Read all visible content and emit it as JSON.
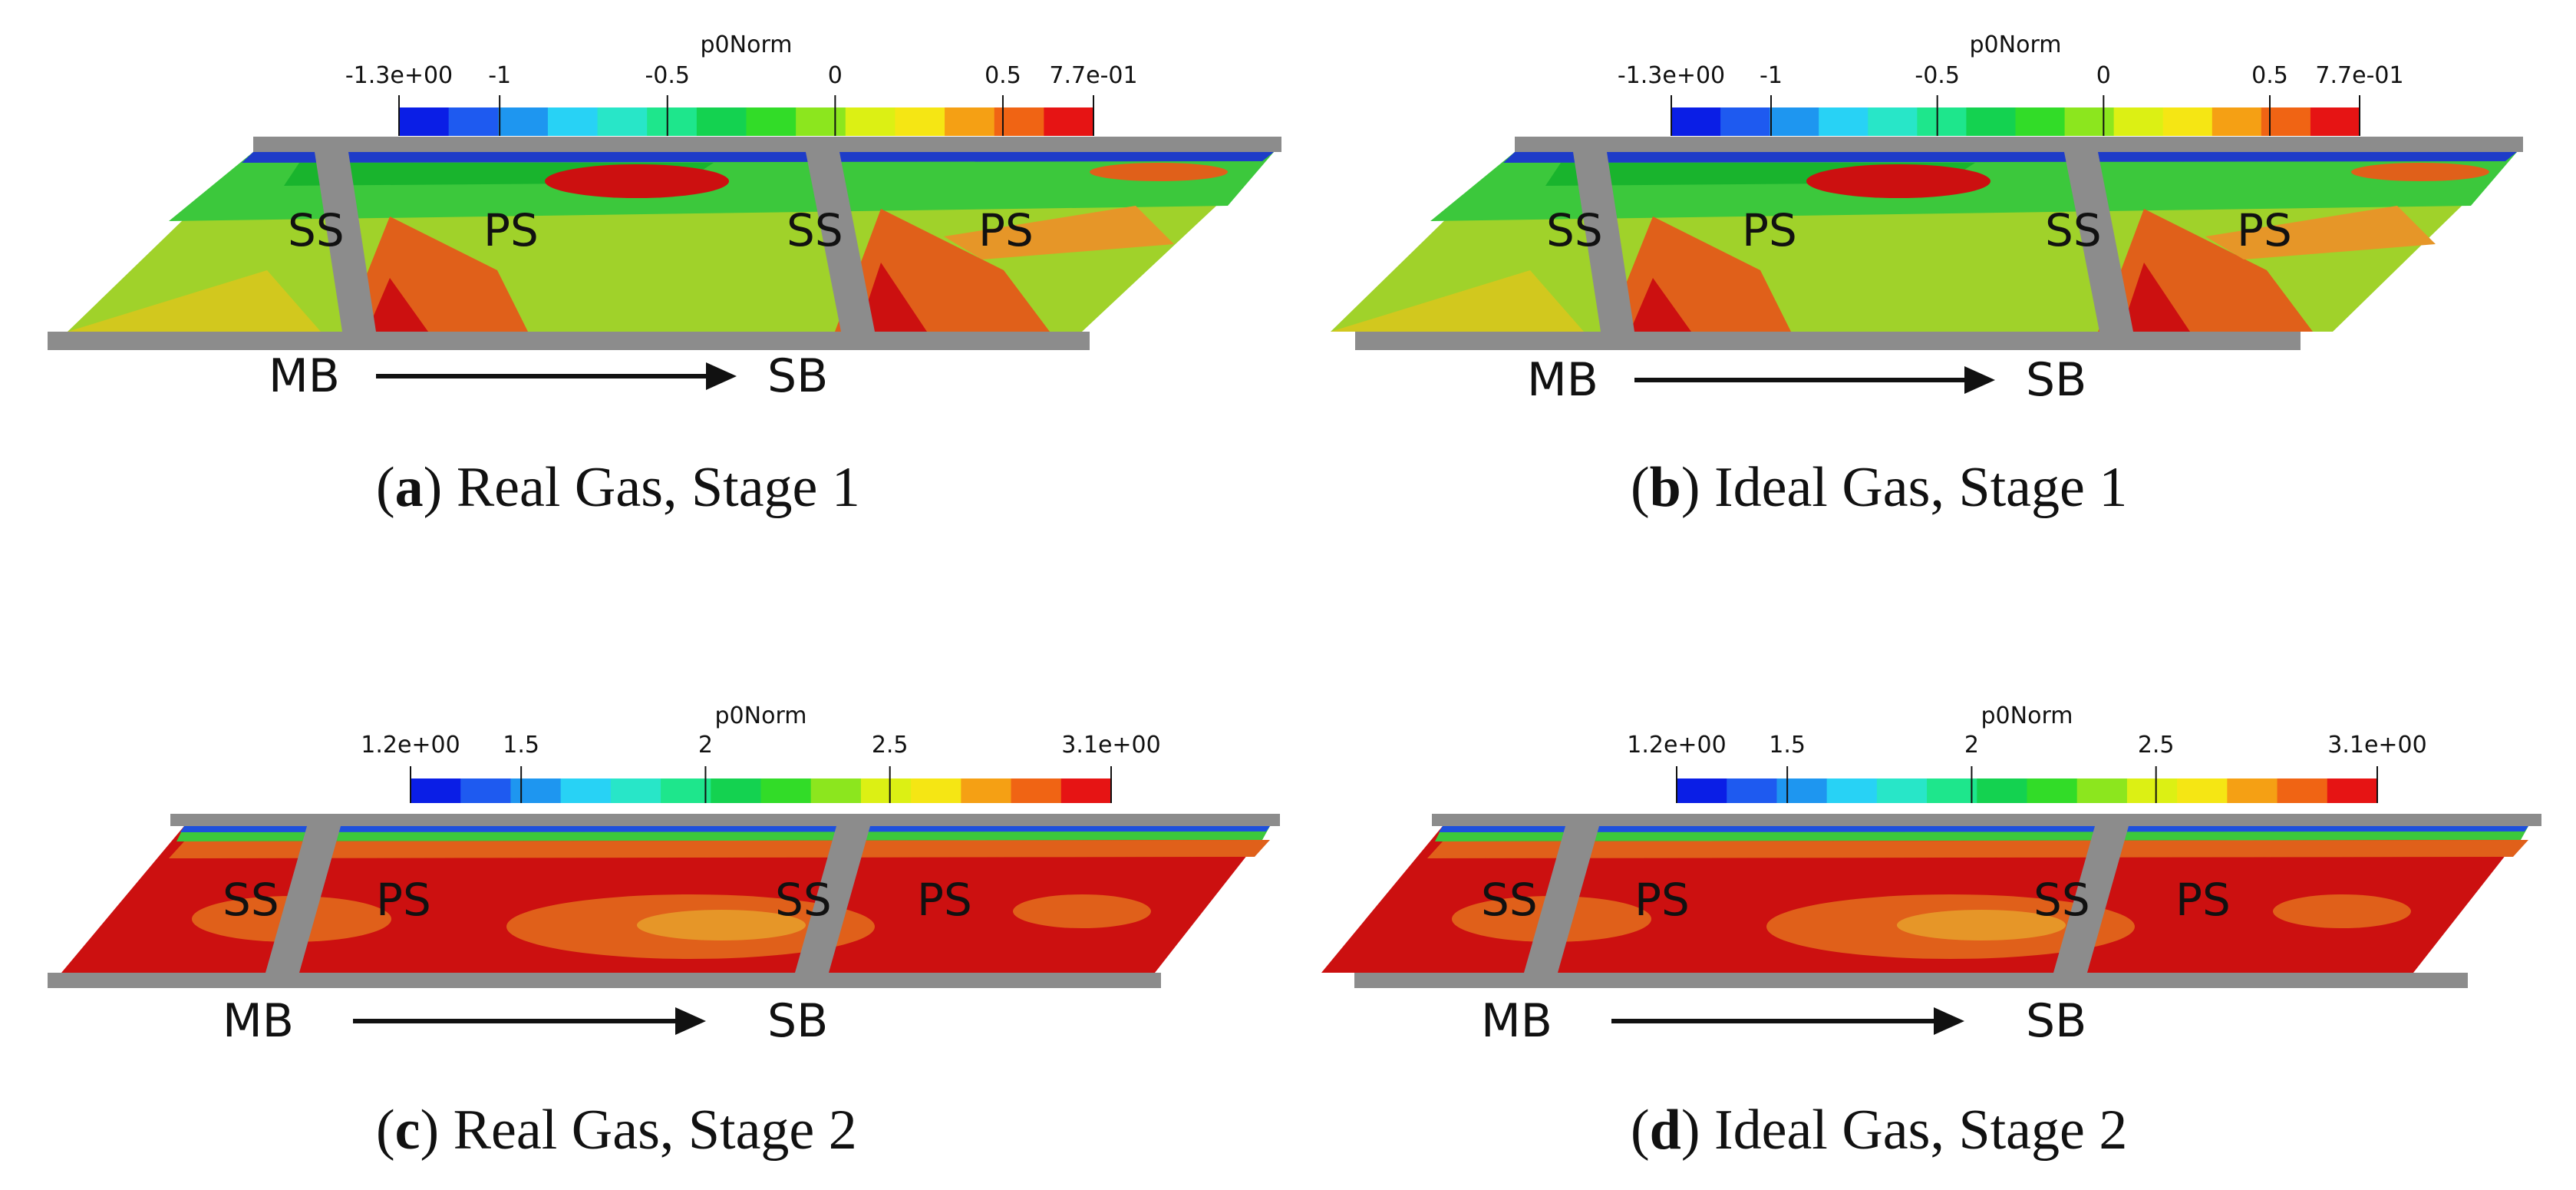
{
  "colors": {
    "colormap": [
      "#0a1ee6",
      "#1e5af0",
      "#1e96f0",
      "#28d2f5",
      "#28e6c8",
      "#1ee68c",
      "#14d250",
      "#32dc28",
      "#8ce61e",
      "#dcf014",
      "#f5e614",
      "#f5a014",
      "#f06414",
      "#e61414"
    ],
    "rod": "#8c8c8c",
    "red": "#cc1010",
    "orange": "#e0601a",
    "amber": "#e69628",
    "yellowgreen": "#a0d22a",
    "green": "#3cc83c",
    "darkgreen": "#19b42d",
    "yellow": "#d2c81e"
  },
  "panels": [
    {
      "id": "a",
      "caption": {
        "letter": "a",
        "text": "Real Gas, Stage 1"
      },
      "colorbar": {
        "title": "p0Norm",
        "min_label": "-1.3e+00",
        "max_label": "7.7e-01",
        "min": -1.3,
        "max": 0.77,
        "ticks": [
          {
            "value": -1,
            "label": "-1"
          },
          {
            "value": -0.5,
            "label": "-0.5"
          },
          {
            "value": 0,
            "label": "0"
          },
          {
            "value": 0.5,
            "label": "0.5"
          }
        ]
      },
      "labels": {
        "ss1": "SS",
        "ps1": "PS",
        "ss2": "SS",
        "ps2": "PS",
        "mb": "MB",
        "sb": "SB"
      },
      "palette": "stage1"
    },
    {
      "id": "b",
      "caption": {
        "letter": "b",
        "text": "Ideal Gas, Stage 1"
      },
      "colorbar": {
        "title": "p0Norm",
        "min_label": "-1.3e+00",
        "max_label": "7.7e-01",
        "min": -1.3,
        "max": 0.77,
        "ticks": [
          {
            "value": -1,
            "label": "-1"
          },
          {
            "value": -0.5,
            "label": "-0.5"
          },
          {
            "value": 0,
            "label": "0"
          },
          {
            "value": 0.5,
            "label": "0.5"
          }
        ]
      },
      "labels": {
        "ss1": "SS",
        "ps1": "PS",
        "ss2": "SS",
        "ps2": "PS",
        "mb": "MB",
        "sb": "SB"
      },
      "palette": "stage1"
    },
    {
      "id": "c",
      "caption": {
        "letter": "c",
        "text": "Real Gas, Stage 2"
      },
      "colorbar": {
        "title": "p0Norm",
        "min_label": "1.2e+00",
        "max_label": "3.1e+00",
        "min": 1.2,
        "max": 3.1,
        "ticks": [
          {
            "value": 1.5,
            "label": "1.5"
          },
          {
            "value": 2,
            "label": "2"
          },
          {
            "value": 2.5,
            "label": "2.5"
          }
        ]
      },
      "labels": {
        "ss1": "SS",
        "ps1": "PS",
        "ss2": "SS",
        "ps2": "PS",
        "mb": "MB",
        "sb": "SB"
      },
      "palette": "stage2"
    },
    {
      "id": "d",
      "caption": {
        "letter": "d",
        "text": "Ideal Gas, Stage 2"
      },
      "colorbar": {
        "title": "p0Norm",
        "min_label": "1.2e+00",
        "max_label": "3.1e+00",
        "min": 1.2,
        "max": 3.1,
        "ticks": [
          {
            "value": 1.5,
            "label": "1.5"
          },
          {
            "value": 2,
            "label": "2"
          },
          {
            "value": 2.5,
            "label": "2.5"
          }
        ]
      },
      "labels": {
        "ss1": "SS",
        "ps1": "PS",
        "ss2": "SS",
        "ps2": "PS",
        "mb": "MB",
        "sb": "SB"
      },
      "palette": "stage2"
    }
  ]
}
